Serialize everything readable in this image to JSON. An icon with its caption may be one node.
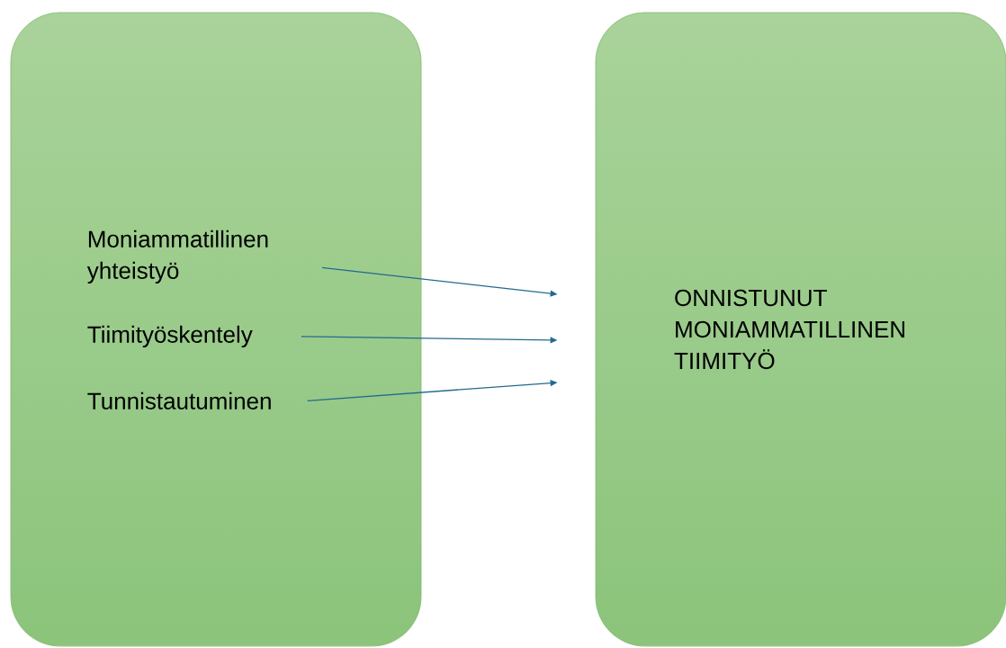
{
  "diagram": {
    "nodes": [
      {
        "text": [],
        "shape": "box"
      },
      {
        "text": [
          "Moniammatillinen yhteistyö"
        ],
        "in": 0
      },
      {
        "text": [
          "Tiimityöskentely"
        ],
        "in": 0
      },
      {
        "text": [
          "Tunnistautuminen"
        ],
        "in": 0
      },
      {
        "text": [
          "ONNISTUNUT MONIAMMATILLINEN TIIMITYÖ"
        ]
      }
    ],
    "edges": [
      {
        "from": 1,
        "to": 4,
        "arrow": "to"
      },
      {
        "from": 2,
        "to": 4,
        "arrow": "to"
      },
      {
        "from": 3,
        "to": 4,
        "arrow": "to"
      }
    ]
  }
}
